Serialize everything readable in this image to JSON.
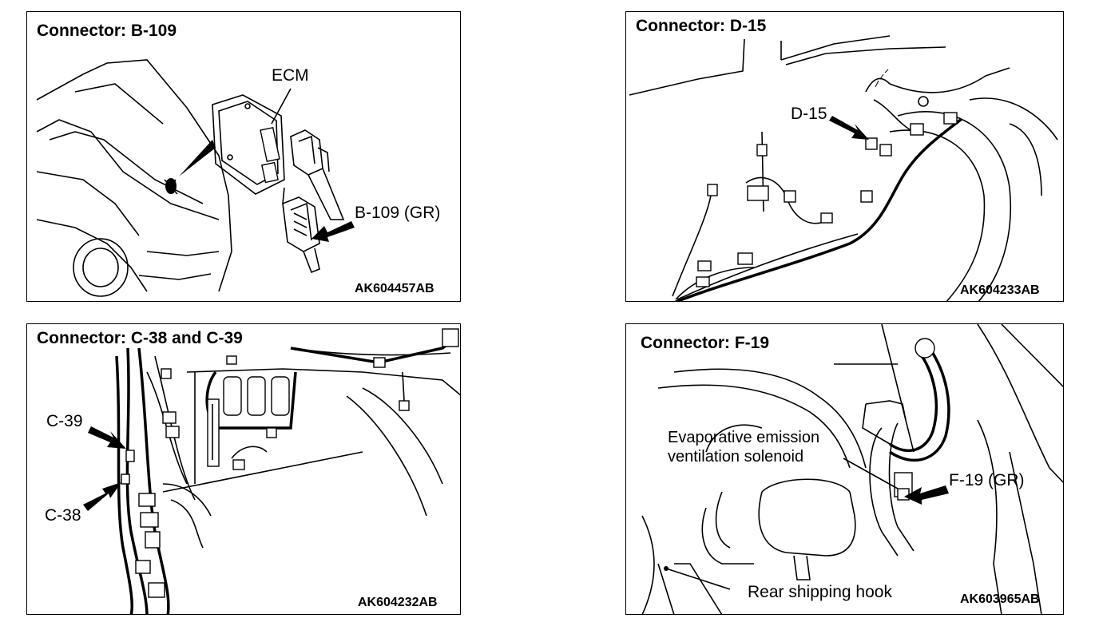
{
  "panels": [
    {
      "title": "Connector: B-109",
      "labels": {
        "ecm": "ECM",
        "connector": "B-109 (GR)"
      },
      "code": "AK604457AB"
    },
    {
      "title": "Connector: D-15",
      "labels": {
        "connector": "D-15"
      },
      "code": "AK604233AB"
    },
    {
      "title": "Connector: C-38 and C-39",
      "labels": {
        "c39": "C-39",
        "c38": "C-38"
      },
      "code": "AK604232AB"
    },
    {
      "title": "Connector: F-19",
      "labels": {
        "solenoid_line1": "Evaporative emission",
        "solenoid_line2": "ventilation solenoid",
        "connector": "F-19 (GR)",
        "hook": "Rear shipping hook"
      },
      "code": "AK603965AB"
    }
  ]
}
